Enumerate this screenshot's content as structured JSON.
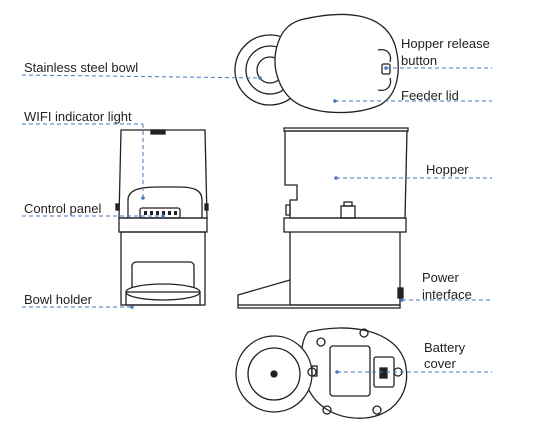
{
  "labels": {
    "stainless_steel_bowl": "Stainless steel bowl",
    "wifi_indicator_light": "WIFI indicator light",
    "control_panel": "Control panel",
    "bowl_holder": "Bowl holder",
    "hopper_release_button_line1": "Hopper release",
    "hopper_release_button_line2": "button",
    "feeder_lid": "Feeder lid",
    "hopper": "Hopper",
    "power_interface_line1": "Power",
    "power_interface_line2": "interface",
    "battery_cover_line1": "Battery",
    "battery_cover_line2": "cover"
  },
  "colors": {
    "outline": "#222222",
    "leader_line": "#4a78b8",
    "background": "#ffffff"
  }
}
